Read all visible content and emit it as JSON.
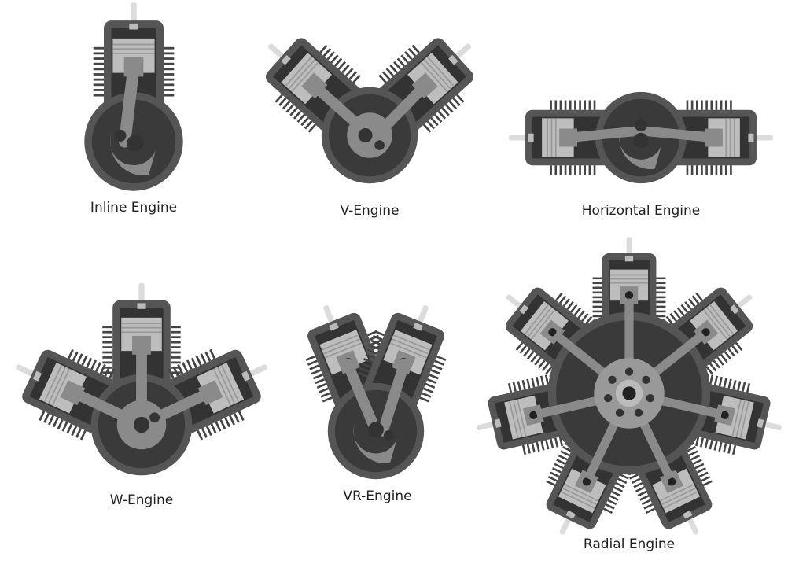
{
  "labels": {
    "inline": "Inline Engine",
    "v": "V-Engine",
    "horizontal": "Horizontal Engine",
    "w": "W-Engine",
    "vr": "VR-Engine",
    "radial": "Radial Engine"
  },
  "colors": {
    "casing": "#555555",
    "interior": "#333333",
    "piston": "#bdbdbd",
    "rod": "#8a8a8a",
    "spark_plug": "#dcdcdc"
  }
}
